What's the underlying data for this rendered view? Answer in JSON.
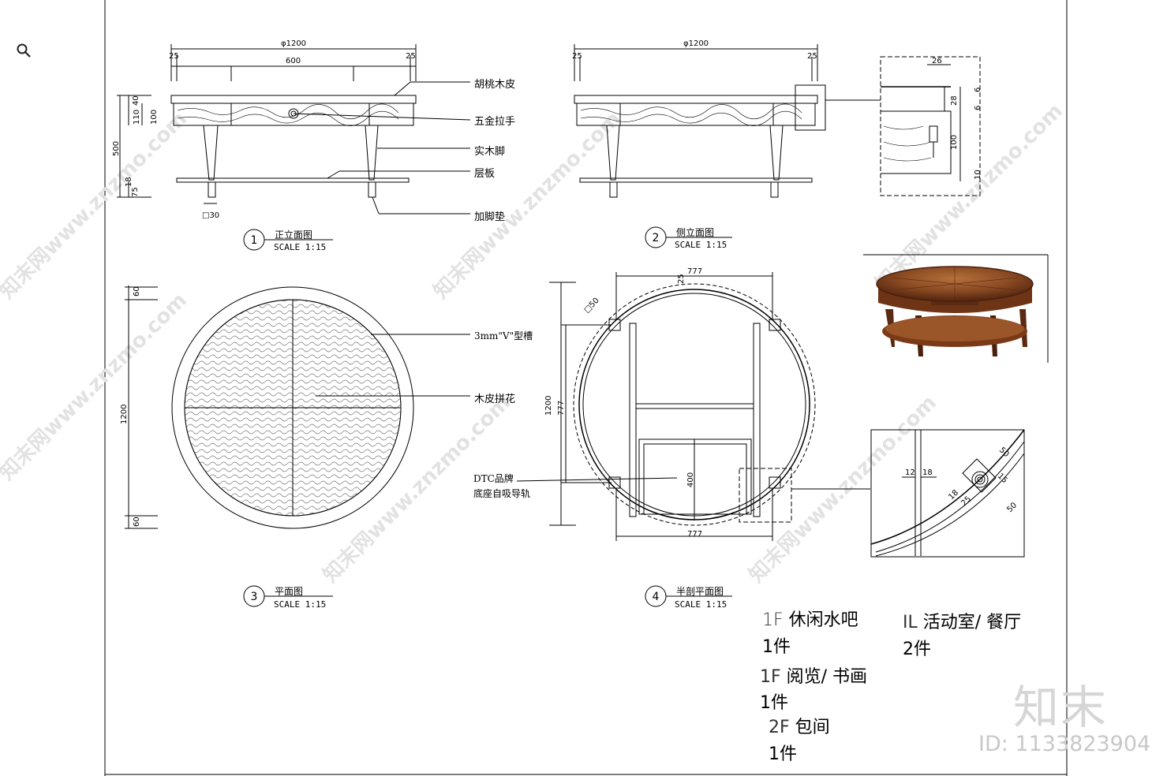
{
  "front_view": {
    "dims": {
      "overall": "φ1200",
      "drawer": "600",
      "edge_left": "25",
      "edge_right": "25",
      "h40": "40",
      "h110": "110",
      "h100": "100",
      "h500": "500",
      "h18": "18",
      "h75": "75",
      "foot": "□30"
    },
    "callouts": [
      "胡桃木皮",
      "五金拉手",
      "实木脚",
      "层板",
      "加脚垫"
    ],
    "number": "1",
    "title": "正立面图",
    "scale": "SCALE 1:15"
  },
  "side_view": {
    "dims": {
      "overall": "φ1200",
      "edge_left": "25",
      "edge_right": "25"
    },
    "number": "2",
    "title": "侧立面图",
    "scale": "SCALE 1:15"
  },
  "detail_top": {
    "dims": [
      "26",
      "28",
      "6",
      "6",
      "100",
      "10"
    ]
  },
  "plan_view": {
    "dims": {
      "total": "1200",
      "top": "60",
      "bottom": "60"
    },
    "callouts": [
      "3mm\"V\"型槽",
      "木皮拼花"
    ],
    "number": "3",
    "title": "平面图",
    "scale": "SCALE 1:15"
  },
  "section_plan": {
    "dims": {
      "top": "777",
      "bottom": "777",
      "left_outer": "1200",
      "left_inner": "777",
      "center": "400",
      "small": "25",
      "leg": "□50"
    },
    "callouts": [
      "DTC品牌",
      "底座自吸导轨"
    ],
    "number": "4",
    "title": "半剖平面图",
    "scale": "SCALE 1:15"
  },
  "detail_bottom": {
    "dims": [
      "12",
      "18",
      "50",
      "15",
      "18",
      "25",
      "50"
    ]
  },
  "notes": [
    {
      "floor": "1F",
      "room": "休闲水吧",
      "qty": "1件"
    },
    {
      "floor": "1F",
      "room": "阅览/ 书画",
      "qty": "1件"
    },
    {
      "floor": "2F",
      "room": "包间",
      "qty": "1件"
    },
    {
      "floor": "IL",
      "room": "活动室/ 餐厅",
      "qty": "2件"
    }
  ],
  "watermark": {
    "brand": "知末",
    "id": "ID: 1133823904",
    "site": "知末网www.znzmo.com"
  },
  "colors": {
    "wood_dark": "#5a2a12",
    "wood_mid": "#8a4a22",
    "wood_light": "#b5703a",
    "watermark": "#d9d9d9"
  },
  "icons": {
    "search": "search-icon"
  }
}
